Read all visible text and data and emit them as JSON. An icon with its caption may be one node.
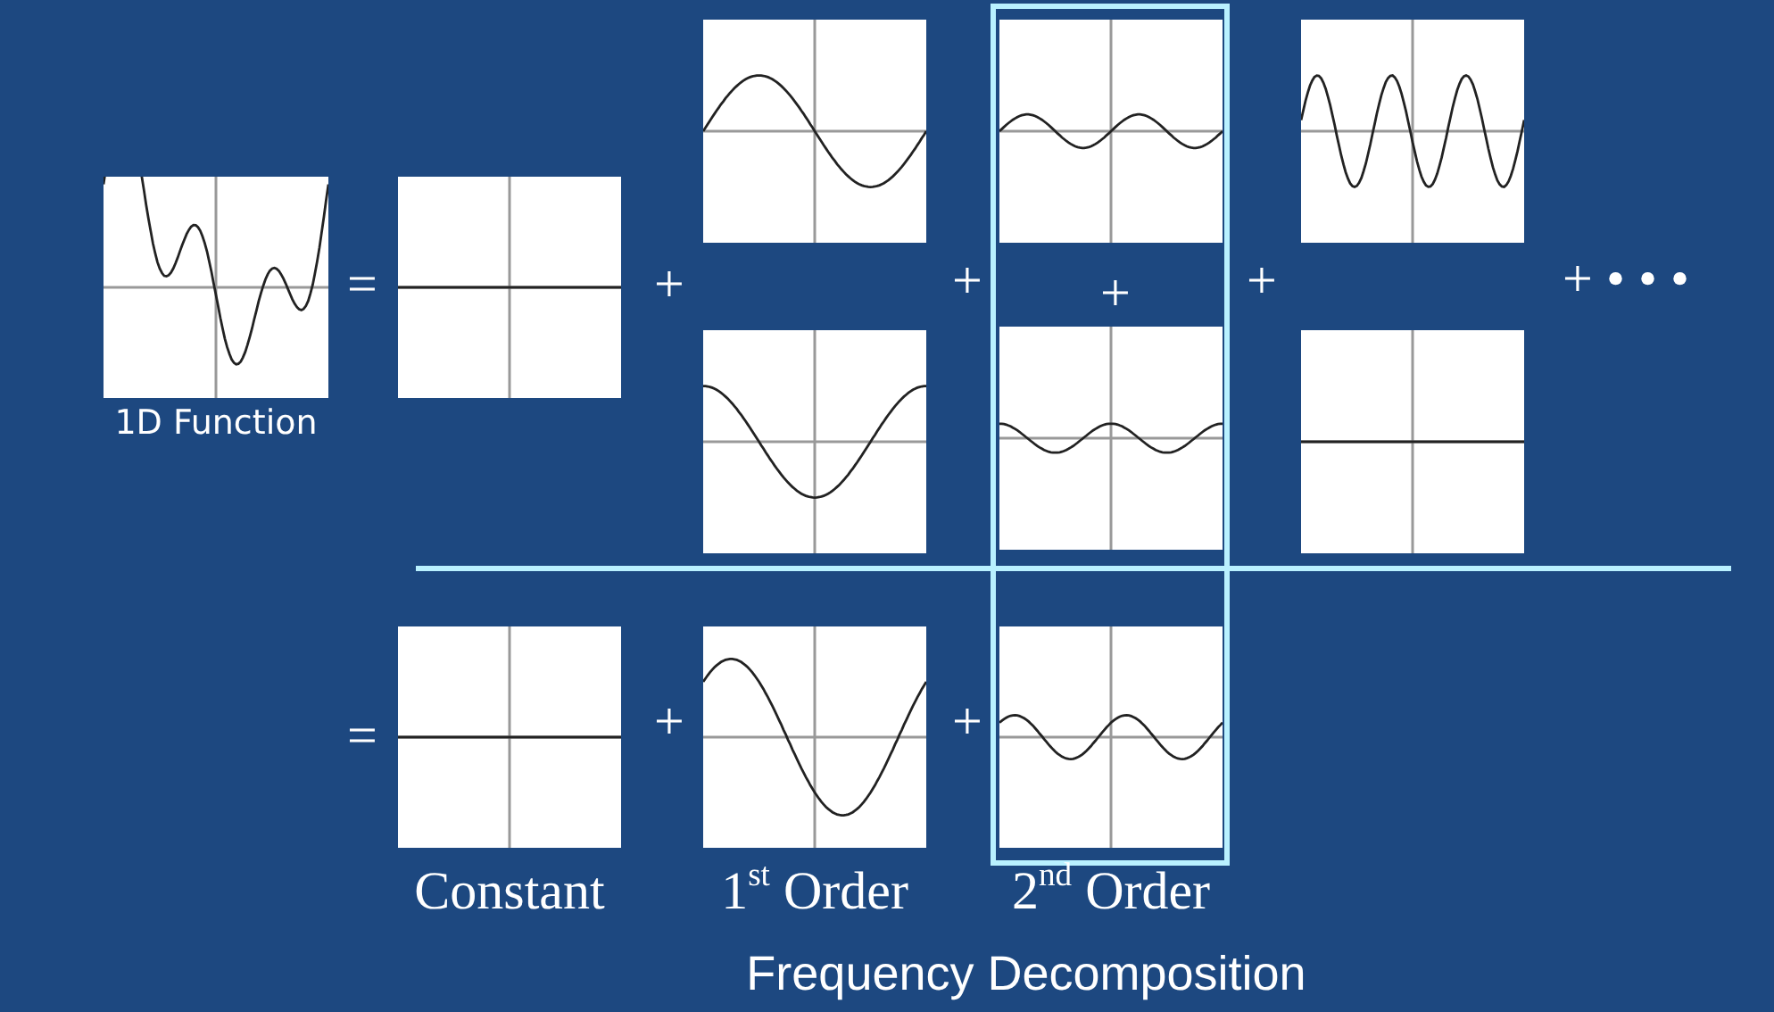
{
  "diagram": {
    "caption": "Frequency Decomposition",
    "nodes": [
      {
        "text": [
          "1D Function"
        ]
      },
      {
        "text": [],
        "shape": "picture"
      },
      {
        "text": [],
        "shape": "picture"
      },
      {
        "text": [],
        "shape": "picture"
      },
      {
        "text": [],
        "shape": "box"
      },
      {
        "text": [],
        "shape": "picture",
        "in": 4
      },
      {
        "text": [],
        "shape": "picture",
        "in": 4
      },
      {
        "text": [],
        "shape": "picture"
      },
      {
        "text": [],
        "shape": "picture"
      },
      {
        "text": [
          "Constant"
        ]
      },
      {
        "text": [
          "1$^{st}$ Order"
        ]
      },
      {
        "text": [
          "2$^{nd}$ Order"
        ],
        "in": 4
      }
    ],
    "labels": [
      "=",
      "+",
      "+",
      "+",
      "+",
      "+ • • •",
      "=",
      "+",
      "+"
    ]
  }
}
